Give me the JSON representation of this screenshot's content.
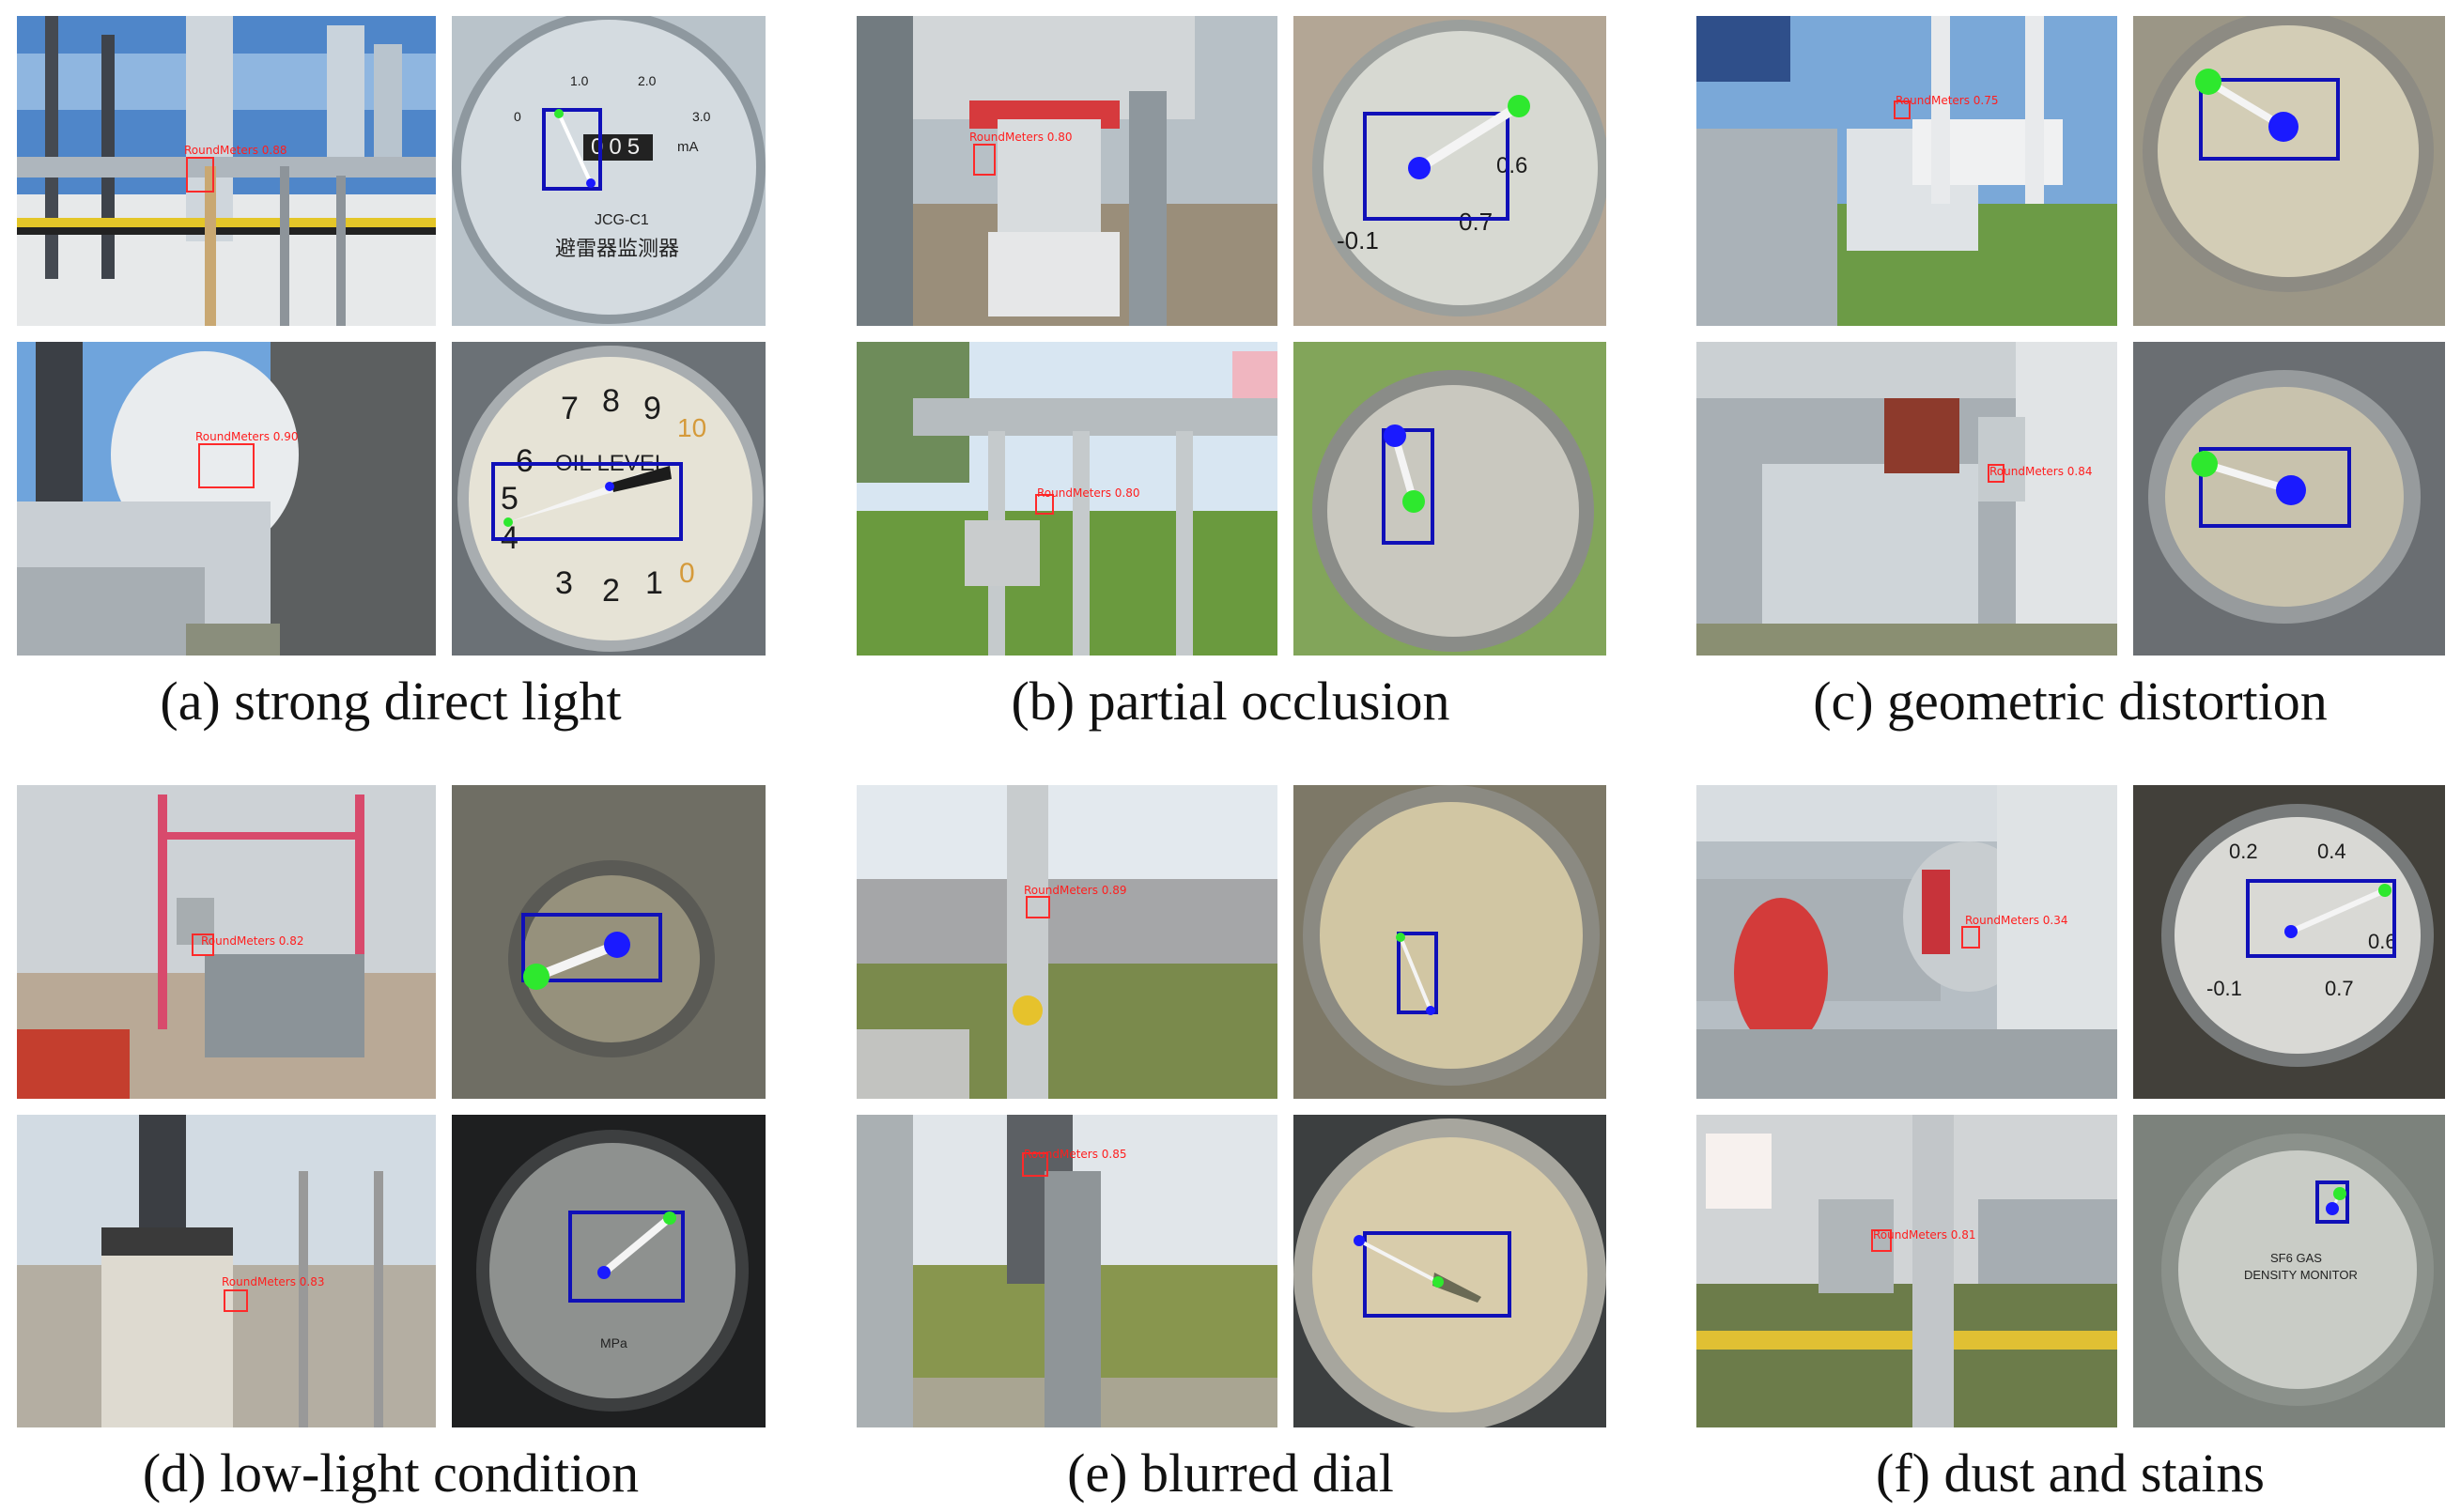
{
  "colors": {
    "detection_label": "#ff1e1e",
    "bbox_blue": "#1010b8",
    "keypoint_green": "#2ee82e",
    "keypoint_blue": "#1a1aff",
    "needle_white": "#ffffff"
  },
  "panels": [
    {
      "caption": "(a) strong direct light",
      "detections": [
        {
          "label": "RoundMeters 0.88"
        },
        {
          "label": "RoundMeters 0.90"
        }
      ],
      "dial_text": {
        "model": "JCG-C1",
        "name_cn": "避雷器监测器",
        "counter": "005",
        "unit": "mA",
        "scale_marks": [
          "0",
          "1.0",
          "2.0",
          "3.0"
        ],
        "oil_level": "OIL LEVEL",
        "oil_numbers": [
          "7",
          "8",
          "9",
          "10",
          "6",
          "5",
          "4",
          "3",
          "2",
          "1",
          "0"
        ]
      }
    },
    {
      "caption": "(b) partial occlusion",
      "detections": [
        {
          "label": "RoundMeters 0.80"
        },
        {
          "label": "RoundMeters 0.80"
        }
      ],
      "dial_text": {
        "marks": [
          "-0.1",
          "0.7",
          "0.6"
        ]
      }
    },
    {
      "caption": "(c) geometric distortion",
      "detections": [
        {
          "label": "RoundMeters 0.75"
        },
        {
          "label": "RoundMeters 0.84"
        }
      ]
    },
    {
      "caption": "(d) low-light condition",
      "detections": [
        {
          "label": "RoundMeters 0.82"
        },
        {
          "label": "RoundMeters 0.83"
        }
      ],
      "dial_text": {
        "unit": "MPa"
      }
    },
    {
      "caption": "(e) blurred dial",
      "detections": [
        {
          "label": "RoundMeters 0.89"
        },
        {
          "label": "RoundMeters 0.85"
        }
      ]
    },
    {
      "caption": "(f) dust and stains",
      "detections": [
        {
          "label": "RoundMeters 0.34"
        },
        {
          "label": "RoundMeters 0.81"
        }
      ],
      "dial_text": {
        "marks": [
          "0.2",
          "0.4",
          "0.6",
          "-0.1",
          "0.7"
        ],
        "sf6": "SF6 GAS",
        "density": "DENSITY MONITOR"
      }
    }
  ]
}
